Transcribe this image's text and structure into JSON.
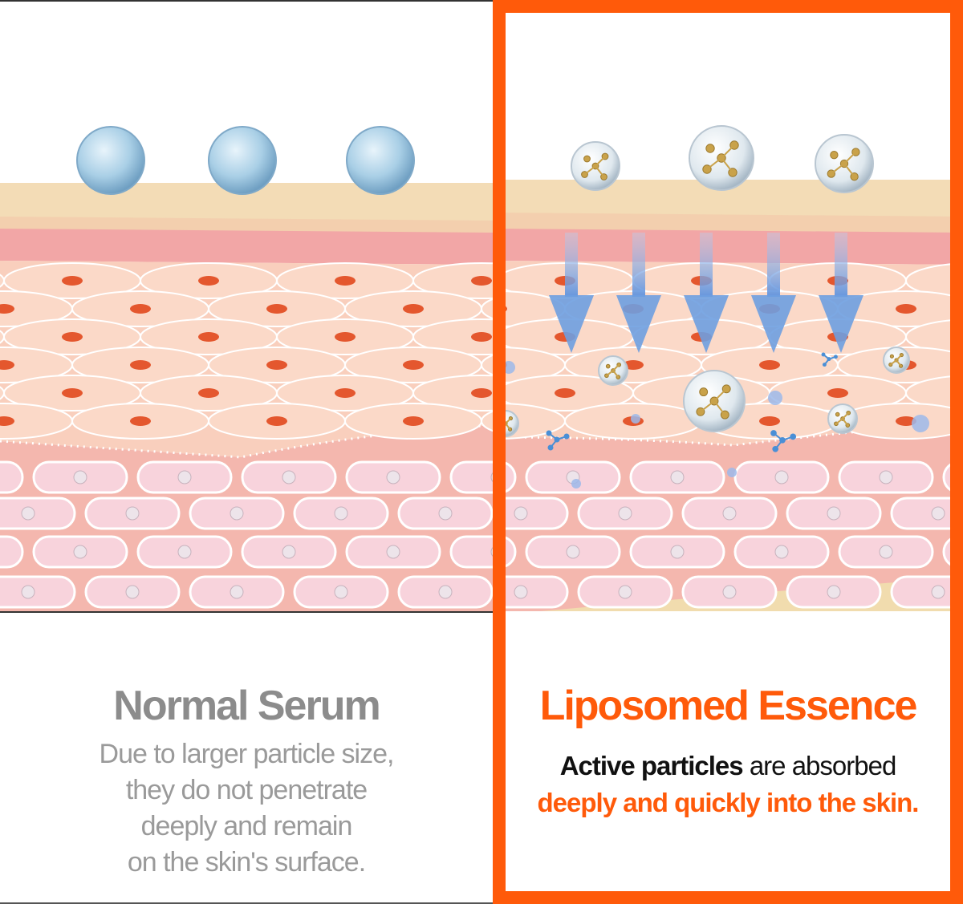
{
  "left_panel": {
    "title": "Normal Serum",
    "description_lines": [
      "Due to larger particle size,",
      "they do not penetrate",
      "deeply and remain",
      "on the skin's surface."
    ]
  },
  "right_panel": {
    "title": "Liposomed Essence",
    "line1_bold": "Active particles",
    "line1_rest": " are absorbed",
    "line2_highlight": "deeply and quickly into the skin."
  },
  "colors": {
    "accent_orange": "#ff5a0a",
    "title_gray": "#8c8c8c",
    "body_gray": "#9a9a9a",
    "skin_surface": "#f3dcb6",
    "skin_pink": "#f7c2b3",
    "cell_nucleus": "#e4572e",
    "droplet_blue": "#a9cfe6",
    "arrow_blue": "#6e9fe0"
  },
  "icons": [
    "serum-droplet-icon",
    "liposome-particle-icon",
    "absorption-arrow-icon",
    "molecule-icon"
  ]
}
